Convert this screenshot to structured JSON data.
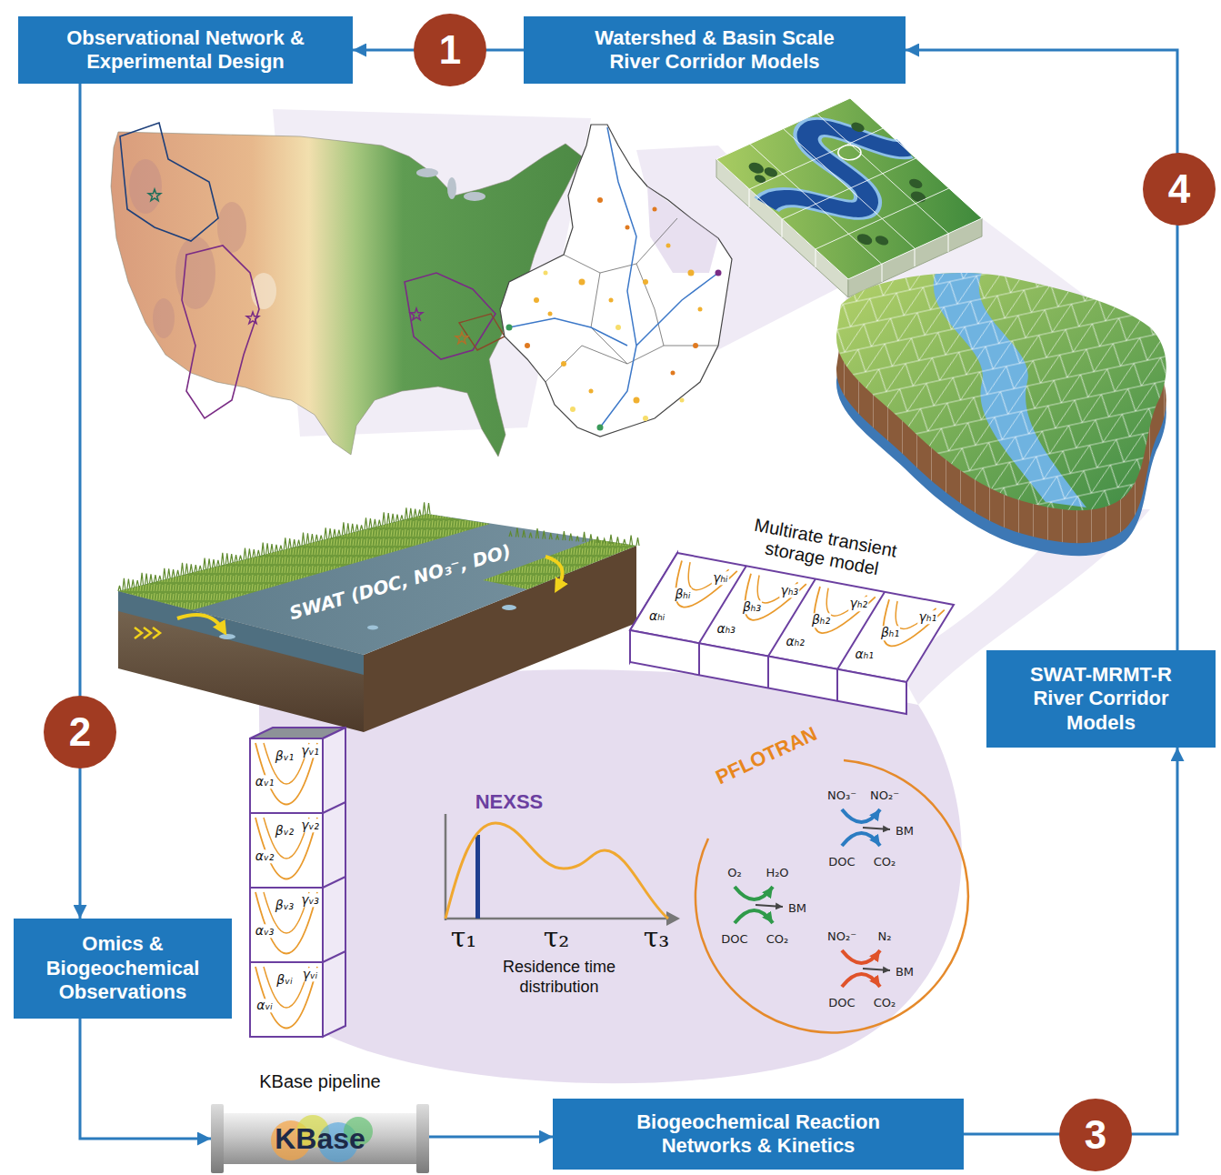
{
  "diagram": {
    "nodes": [
      {
        "text": [
          "Observational Network & Experimental Design"
        ]
      },
      {
        "text": [
          "Watershed & Basin Scale River Corridor Models"
        ]
      },
      {
        "text": [
          "SWAT-MRMT-R River Corridor Models"
        ]
      },
      {
        "text": [
          "Omics & Biogeochemical Observations"
        ]
      },
      {
        "text": [
          "KBase pipeline",
          "KBase"
        ]
      },
      {
        "text": [
          "Biogeochemical Reaction Networks & Kinetics"
        ]
      }
    ],
    "edges": [
      {
        "from": 1,
        "to": 0,
        "arrow": "to"
      },
      {
        "from": 0,
        "to": 3,
        "arrow": "to"
      },
      {
        "from": 3,
        "to": 4,
        "arrow": "to"
      },
      {
        "from": 4,
        "to": 5,
        "arrow": "to"
      },
      {
        "from": 5,
        "to": 2,
        "arrow": "to"
      },
      {
        "from": 2,
        "to": 1,
        "arrow": "to"
      }
    ],
    "labels": [
      "1",
      "4",
      "Multirate transient storage model",
      "SWAT (DOC, NO₃⁻, DO)",
      "γₕᵢ",
      "βₕᵢ",
      "αₕᵢ",
      "γₕ₃",
      "βₕ₃",
      "αₕ₃",
      "γₕ₂",
      "βₕ₂",
      "αₕ₂",
      "γₕ₁",
      "βₕ₁",
      "αₕ₁",
      "2",
      "βᵥ₁",
      "γᵥ₁",
      "αᵥ₁",
      "βᵥ₂",
      "γᵥ₂",
      "αᵥ₂",
      "βᵥ₃",
      "γᵥ₃",
      "αᵥ₃",
      "βᵥᵢ",
      "γᵥᵢ",
      "αᵥᵢ",
      "NEXSS",
      "PFLOTRAN",
      "NO₃⁻",
      "NO₂⁻",
      "BM",
      "DOC",
      "CO₂",
      "O₂",
      "H₂O",
      "BM",
      "DOC",
      "CO₂",
      "τ₁",
      "τ₂",
      "τ₃",
      "Residence time distribution",
      "NO₂⁻",
      "N₂",
      "BM",
      "DOC",
      "CO₂",
      "3"
    ]
  }
}
